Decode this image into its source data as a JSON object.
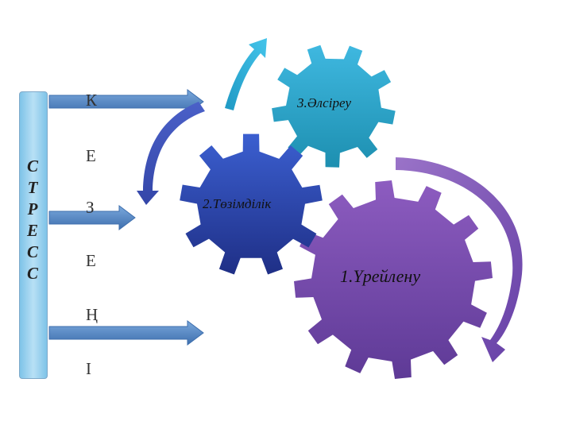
{
  "stress_word": [
    "С",
    "Т",
    "Р",
    "Е",
    "С",
    "С"
  ],
  "stage_letters": [
    "К",
    "Е",
    "З",
    "Е",
    "Ң",
    "І"
  ],
  "gears": [
    {
      "label": "1.Үрейлену",
      "color": "#7b4aa8"
    },
    {
      "label": "2.Төзімділік",
      "color": "#2e47b0"
    },
    {
      "label": "3.Әлсіреу",
      "color": "#2aa6cc"
    }
  ],
  "colors": {
    "arrow": "#4f81bd",
    "bar": "#9dd3ef",
    "curved_arrow": "#5d3fa8"
  }
}
